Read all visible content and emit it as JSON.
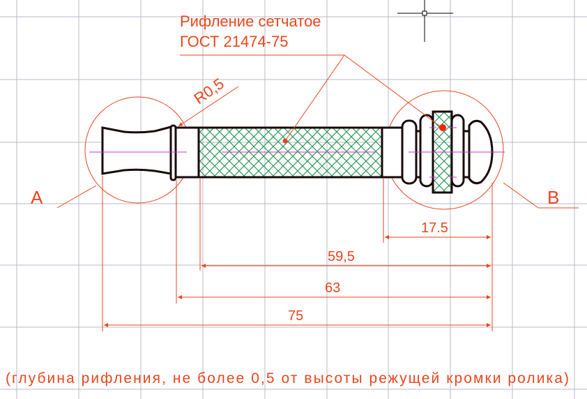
{
  "note": {
    "line1": "Рифление сетчатое",
    "line2": "ГОСТ 21474-75"
  },
  "radius_label": "R0,5",
  "view_labels": {
    "a": "A",
    "b": "B"
  },
  "dimensions": {
    "d1": "17.5",
    "d2": "59,5",
    "d3": "63",
    "d4": "75"
  },
  "footnote": "(глубина рифления, не более 0,5 от высоты режущей кромки ролика)",
  "colors": {
    "annotation": "#e8461e",
    "outline": "#1a0a0a",
    "hatch": "#2e9a5a",
    "centerline": "#cc33cc",
    "grid": "#b8b8c8"
  }
}
